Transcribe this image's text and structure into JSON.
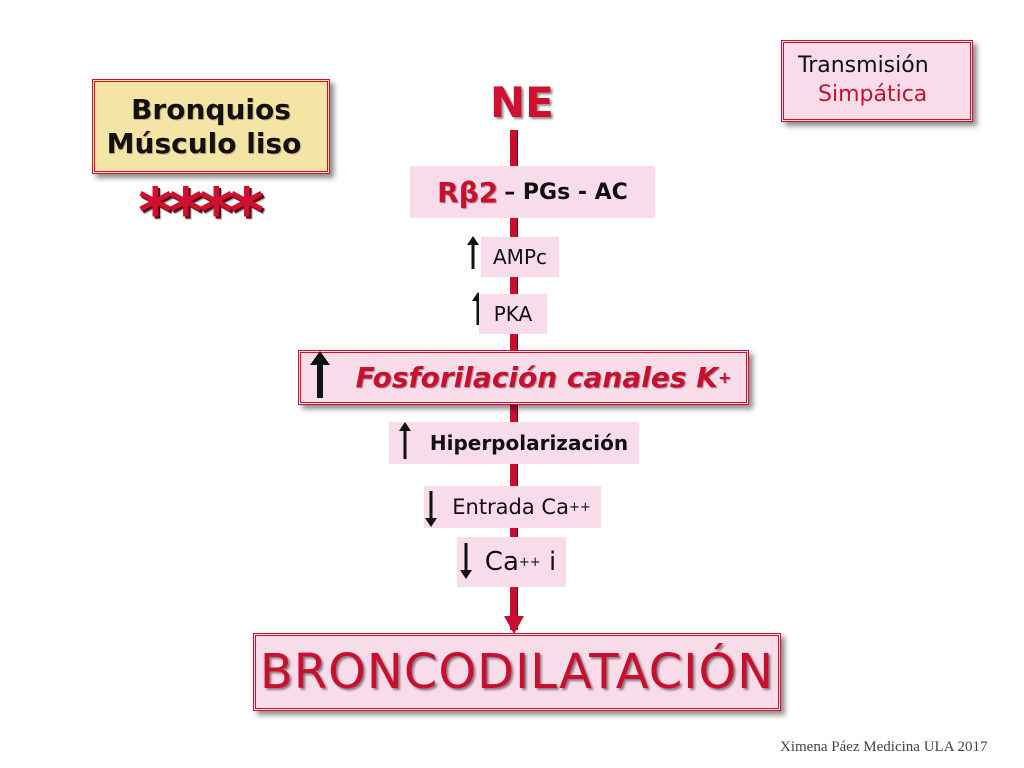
{
  "topic": {
    "line1": "Bronquios",
    "line2": "Músculo liso"
  },
  "stars": "****",
  "legend": {
    "line1": "Transmisión",
    "line2": "Simpática"
  },
  "neurotransmitter": "NE",
  "receptor": {
    "main": "Rβ2",
    "rest": "– PGs - AC"
  },
  "steps": {
    "ampc": "AMPc",
    "pka": "PKA",
    "phosphorylation": "Fosforilación canales K",
    "phosphorylation_sup": "+",
    "hyperpolarization": "Hiperpolarización",
    "ca_entry": "Entrada Ca",
    "ca_entry_sup": "++",
    "ca_internal": "Ca",
    "ca_internal_sup": "++",
    "ca_internal_suffix": " i"
  },
  "result": "BRONCODILATACIÓN",
  "credit": "Ximena Páez Medicina ULA 2017",
  "colors": {
    "accent": "#c8102e",
    "chip_bg": "#f8dcea",
    "topic_bg": "#f4e4a6"
  }
}
